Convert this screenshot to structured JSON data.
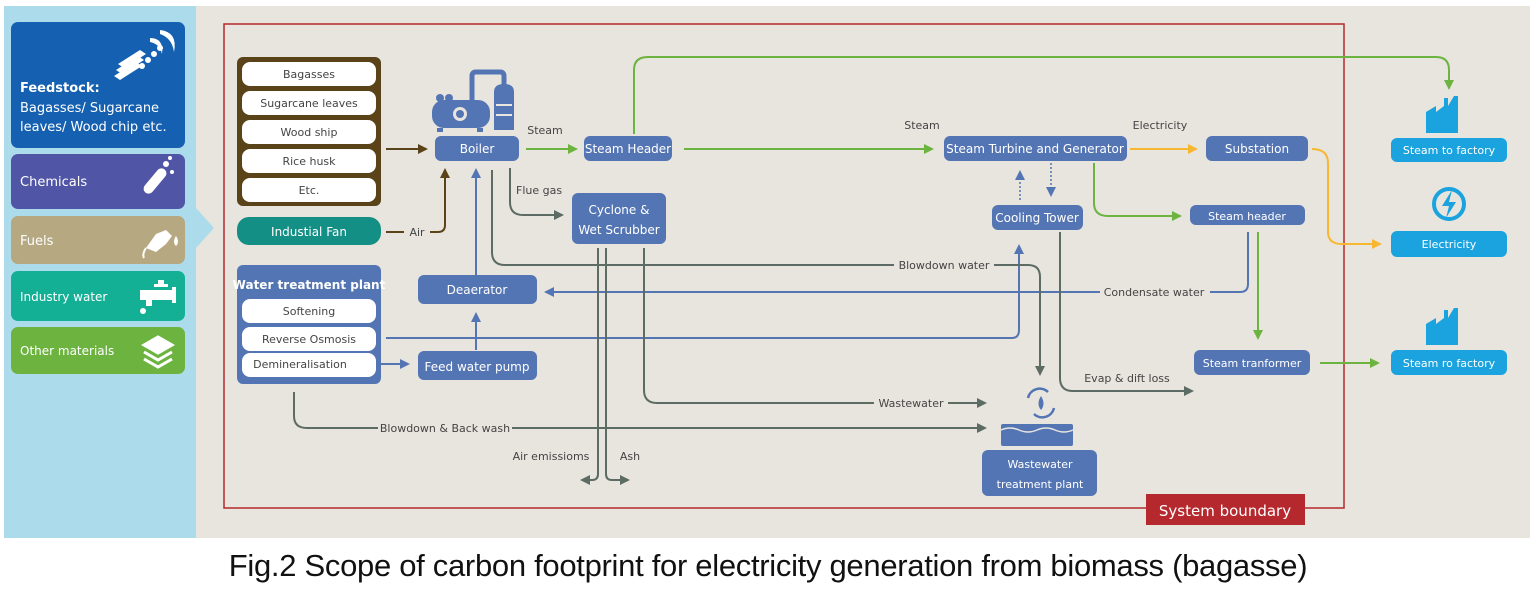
{
  "caption": "Fig.2 Scope of carbon footprint for electricity generation from biomass (bagasse)",
  "colors": {
    "sidebar_bg": "#acdcec",
    "main_bg": "#e8e5df",
    "process_box": "#5475b4",
    "output_box": "#1aa3de",
    "boundary": "#b5282e",
    "steam_flow": "#6cb33f",
    "electricity_flow": "#f7b731",
    "water_flow": "#5475b4",
    "waste_flow": "#5c6b63",
    "feedstock_flow": "#5a4318",
    "feedstock_frame": "#5a4318",
    "fan": "#148f86"
  },
  "inputs": [
    {
      "id": "feedstock",
      "title": "Feedstock:",
      "label": "Bagasses/ Sugarcane leaves/ Wood chip etc.",
      "icon": "wood-chip-icon",
      "color": "#1560b0"
    },
    {
      "id": "chemicals",
      "label": "Chemicals",
      "icon": "test-tube-icon",
      "color": "#5055a6"
    },
    {
      "id": "fuels",
      "label": "Fuels",
      "icon": "fuel-nozzle-icon",
      "color": "#b6a982"
    },
    {
      "id": "industry-water",
      "label": "Industry water",
      "icon": "water-tap-icon",
      "color": "#13b096"
    },
    {
      "id": "other-materials",
      "label": "Other materials",
      "icon": "layers-icon",
      "color": "#6cb33f"
    }
  ],
  "feedstock_items": [
    "Bagasses",
    "Sugarcane leaves",
    "Wood ship",
    "Rice husk",
    "Etc."
  ],
  "fan_label": "Industial Fan",
  "water_treatment": {
    "title": "Water treatment plant",
    "items": [
      "Softening",
      "Reverse Osmosis",
      "Demineralisation"
    ]
  },
  "processes": {
    "boiler": "Boiler",
    "steam_header_1": "Steam Header",
    "cyclone_line1": "Cyclone &",
    "cyclone_line2": "Wet Scrubber",
    "deaerator": "Deaerator",
    "feed_water_pump": "Feed water pump",
    "turbine": "Steam Turbine and Generator",
    "substation": "Substation",
    "cooling_tower": "Cooling Tower",
    "steam_header_2": "Steam header",
    "steam_transformer": "Steam tranformer",
    "wwtp_line1": "Wastewater",
    "wwtp_line2": "treatment plant"
  },
  "outputs": {
    "steam_factory_1": "Steam to factory",
    "electricity": "Electricity",
    "steam_factory_2": "Steam ro factory"
  },
  "flow_labels": {
    "air": "Air",
    "steam_1": "Steam",
    "steam_2": "Steam",
    "electricity": "Electricity",
    "flue_gas": "Flue gas",
    "blowdown_water": "Blowdown water",
    "condensate_water": "Condensate water",
    "wastewater": "Wastewater",
    "evap_loss": "Evap & dift loss",
    "blowdown_backwash": "Blowdown & Back wash",
    "air_emissions": "Air emissioms",
    "ash": "Ash"
  },
  "boundary_label": "System boundary"
}
